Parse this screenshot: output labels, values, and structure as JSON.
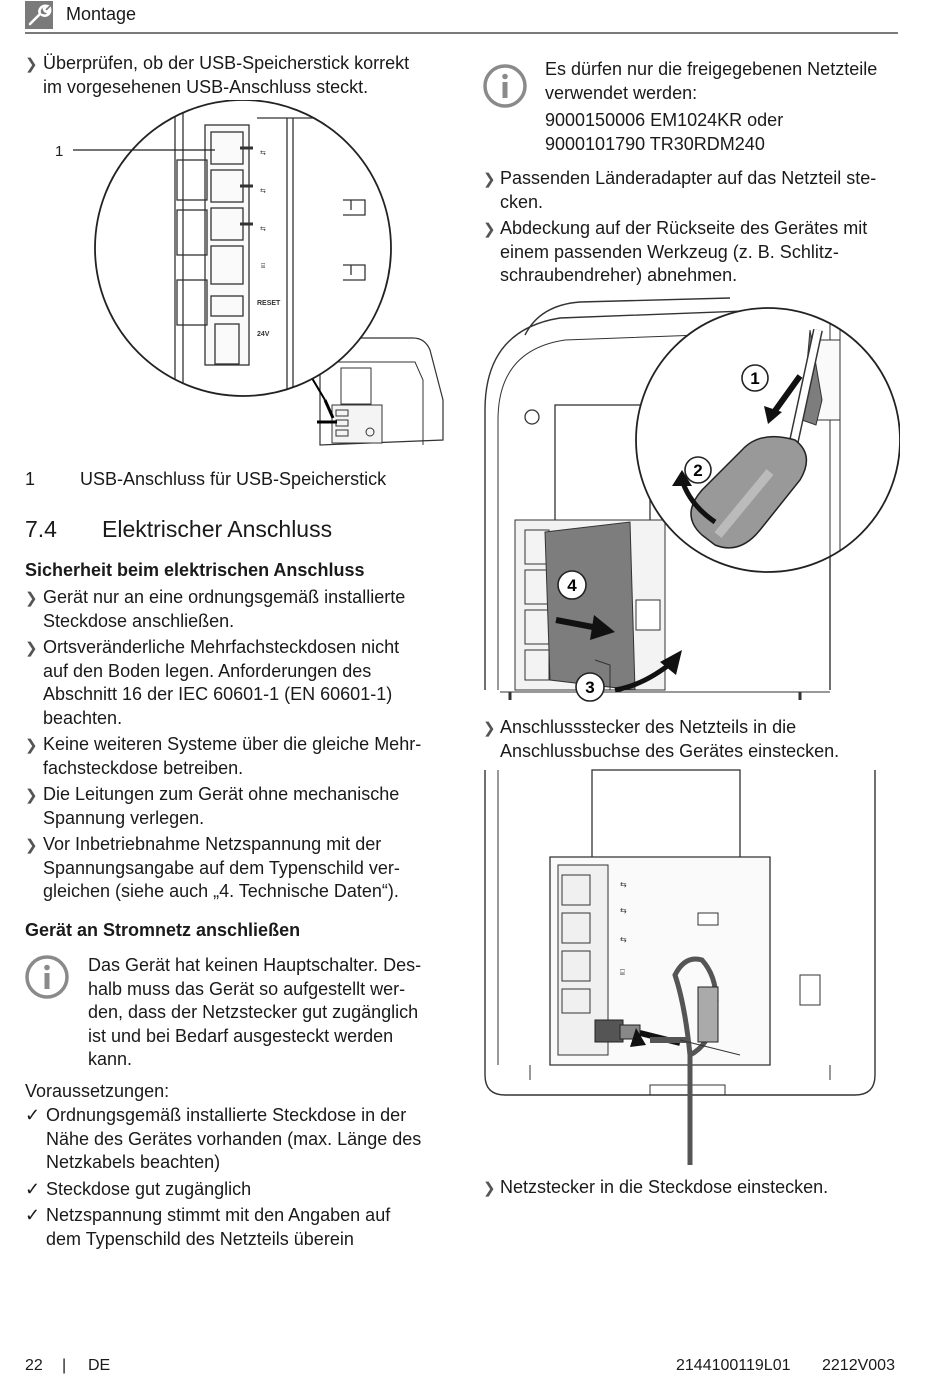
{
  "header": {
    "title": "Montage"
  },
  "left": {
    "usb_check": [
      "Überprüfen, ob der USB-Speicherstick korrekt",
      "im vorgesehenen USB-Anschluss steckt."
    ],
    "fig1_callout": "1",
    "fig1_port_labels": {
      "reset": "RESET",
      "power": "24V"
    },
    "legend_num": "1",
    "legend_text": "USB-Anschluss für USB-Speicherstick",
    "section_num": "7.4",
    "section_title": "Elektrischer Anschluss",
    "safety_head": "Sicherheit beim elektrischen Anschluss",
    "safety_items": [
      [
        "Gerät nur an eine ordnungsgemäß installierte",
        "Steckdose anschließen."
      ],
      [
        "Ortsveränderliche Mehrfachsteckdosen nicht",
        "auf den Boden legen. Anforderungen des",
        "Abschnitt 16 der IEC 60601-1 (EN 60601-1)",
        "beachten."
      ],
      [
        "Keine weiteren Systeme über die gleiche Mehr-",
        "fachsteckdose betreiben."
      ],
      [
        "Die Leitungen zum Gerät ohne mechanische",
        "Spannung verlegen."
      ],
      [
        "Vor Inbetriebnahme Netzspannung mit der",
        "Spannungsangabe auf dem Typenschild ver-",
        "gleichen (siehe auch „4. Technische Daten“)."
      ]
    ],
    "connect_head": "Gerät an Stromnetz anschließen",
    "info_note": [
      "Das Gerät hat keinen Hauptschalter. Des-",
      "halb muss das Gerät so aufgestellt wer-",
      "den, dass der Netzstecker gut zugänglich",
      "ist und bei Bedarf ausgesteckt werden",
      "kann."
    ],
    "prereq_label": "Voraussetzungen:",
    "prereq_items": [
      [
        "Ordnungsgemäß installierte Steckdose in der",
        "Nähe des Gerätes vorhanden (max. Länge des",
        "Netzkabels beachten)"
      ],
      [
        "Steckdose gut zugänglich"
      ],
      [
        "Netzspannung stimmt mit den Angaben auf",
        "dem Typenschild des Netzteils überein"
      ]
    ]
  },
  "right": {
    "info_power": [
      "Es dürfen nur die freigegebenen Netzteile",
      "verwendet werden:"
    ],
    "power_models": [
      "9000150006 EM1024KR oder",
      "9000101790 TR30RDM240"
    ],
    "steps_a": [
      [
        "Passenden Länderadapter auf das Netzteil ste-",
        "cken."
      ],
      [
        "Abdeckung auf der Rückseite des Gerätes mit",
        "einem passenden Werkzeug (z. B. Schlitz-",
        "schraubendreher) abnehmen."
      ]
    ],
    "fig2_steps": [
      "1",
      "2",
      "3",
      "4"
    ],
    "step_plug": [
      "Anschlussstecker des Netzteils in die",
      "Anschlussbuchse des Gerätes einstecken."
    ],
    "step_mains": [
      "Netzstecker in die Steckdose einstecken."
    ]
  },
  "footer": {
    "page": "22",
    "sep": "|",
    "lang": "DE",
    "doc_id": "2144100119L01",
    "version": "2212V003"
  }
}
